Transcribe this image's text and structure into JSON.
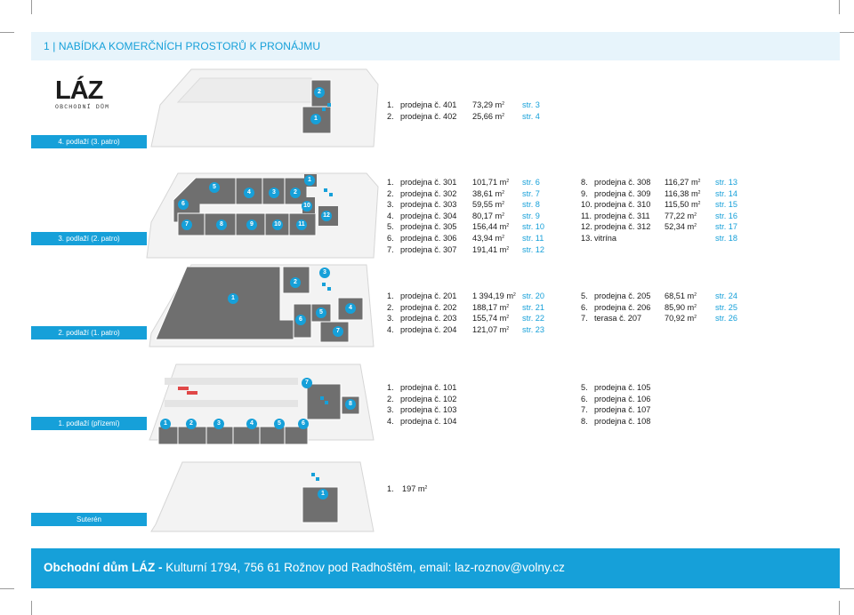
{
  "header": {
    "title": "1  |  NABÍDKA KOMERČNÍCH PROSTORŮ K PRONÁJMU"
  },
  "logo": {
    "main": "LÁZ",
    "sub": "OBCHODNÍ DŮM"
  },
  "floors": {
    "f4": {
      "label": "4. podlaží (3. patro)",
      "badges": [
        "2",
        "1"
      ],
      "units": [
        {
          "num": "1.",
          "name": "prodejna č. 401",
          "area": "73,29 m",
          "page": "str. 3"
        },
        {
          "num": "2.",
          "name": "prodejna č. 402",
          "area": "25,66 m",
          "page": "str. 4"
        }
      ]
    },
    "f3": {
      "label": "3. podlaží (2. patro)",
      "badges": [
        "1",
        "5",
        "4",
        "3",
        "2",
        "6",
        "10",
        "7",
        "8",
        "9",
        "10",
        "11",
        "12"
      ],
      "units_a": [
        {
          "num": "1.",
          "name": "prodejna č. 301",
          "area": "101,71 m",
          "page": "str. 6"
        },
        {
          "num": "2.",
          "name": "prodejna č. 302",
          "area": "38,61 m",
          "page": "str. 7"
        },
        {
          "num": "3.",
          "name": "prodejna č. 303",
          "area": "59,55 m",
          "page": "str. 8"
        },
        {
          "num": "4.",
          "name": "prodejna č. 304",
          "area": "80,17 m",
          "page": "str. 9"
        },
        {
          "num": "5.",
          "name": "prodejna č. 305",
          "area": "156,44 m",
          "page": "str. 10"
        },
        {
          "num": "6.",
          "name": "prodejna č. 306",
          "area": "43,94 m",
          "page": "str. 11"
        },
        {
          "num": "7.",
          "name": "prodejna č. 307",
          "area": "191,41 m",
          "page": "str. 12"
        }
      ],
      "units_b": [
        {
          "num": "8.",
          "name": "prodejna č. 308",
          "area": "116,27 m",
          "page": "str. 13"
        },
        {
          "num": "9.",
          "name": "prodejna č. 309",
          "area": "116,38 m",
          "page": "str. 14"
        },
        {
          "num": "10.",
          "name": "prodejna č. 310",
          "area": "115,50 m",
          "page": "str. 15"
        },
        {
          "num": "11.",
          "name": "prodejna č. 311",
          "area": "77,22 m",
          "page": "str. 16"
        },
        {
          "num": "12.",
          "name": "prodejna č. 312",
          "area": "52,34 m",
          "page": "str. 17"
        },
        {
          "num": "13.",
          "name": "vitrína",
          "area": "",
          "page": "str. 18"
        }
      ]
    },
    "f2": {
      "label": "2. podlaží (1. patro)",
      "badges": [
        "3",
        "2",
        "1",
        "5",
        "6",
        "4",
        "7"
      ],
      "units_a": [
        {
          "num": "1.",
          "name": "prodejna č. 201",
          "area": "1 394,19 m",
          "page": "str. 20"
        },
        {
          "num": "2.",
          "name": "prodejna č. 202",
          "area": "188,17 m",
          "page": "str. 21"
        },
        {
          "num": "3.",
          "name": "prodejna č. 203",
          "area": "155,74 m",
          "page": "str. 22"
        },
        {
          "num": "4.",
          "name": "prodejna č. 204",
          "area": "121,07 m",
          "page": "str. 23"
        }
      ],
      "units_b": [
        {
          "num": "5.",
          "name": "prodejna č. 205",
          "area": "68,51 m",
          "page": "str. 24"
        },
        {
          "num": "6.",
          "name": "prodejna č. 206",
          "area": "85,90 m",
          "page": "str. 25"
        },
        {
          "num": "7.",
          "name": "terasa č. 207",
          "area": "70,92 m",
          "page": "str. 26"
        }
      ]
    },
    "f1": {
      "label": "1. podlaží (přízemí)",
      "badges": [
        "7",
        "1",
        "2",
        "3",
        "4",
        "5",
        "6",
        "8"
      ],
      "units_a": [
        {
          "num": "1.",
          "name": "prodejna č. 101"
        },
        {
          "num": "2.",
          "name": "prodejna č. 102"
        },
        {
          "num": "3.",
          "name": "prodejna č. 103"
        },
        {
          "num": "4.",
          "name": "prodejna č. 104"
        }
      ],
      "units_b": [
        {
          "num": "5.",
          "name": "prodejna č. 105"
        },
        {
          "num": "6.",
          "name": "prodejna č. 106"
        },
        {
          "num": "7.",
          "name": "prodejna č. 107"
        },
        {
          "num": "8.",
          "name": "prodejna č. 108"
        }
      ]
    },
    "basement": {
      "label": "Suterén",
      "badges": [
        "1"
      ],
      "units": [
        {
          "num": "1.",
          "area": "197 m"
        }
      ]
    }
  },
  "sup": "2",
  "footer": {
    "bold": "Obchodní dům LÁZ -",
    "rest": " Kulturní 1794, 756 61 Rožnov pod Radhoštěm, email: laz-roznov@volny.cz"
  },
  "colors": {
    "accent": "#16a0d9",
    "plan_dark": "#6f6f6f",
    "plan_light": "#e4e4e4"
  }
}
